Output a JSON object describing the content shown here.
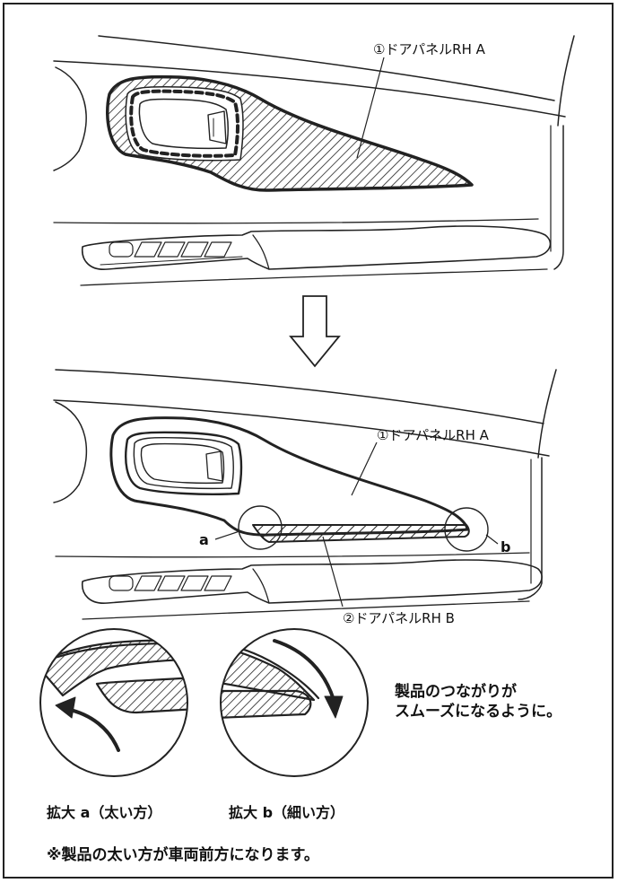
{
  "labels": {
    "panel_a_top": "①ドアパネルRH A",
    "panel_a_mid": "①ドアパネルRH A",
    "panel_b": "②ドアパネルRH B",
    "point_a": "a",
    "point_b": "b"
  },
  "detail": {
    "caption_a": "拡大 a（太い方）",
    "caption_b": "拡大 b（細い方）",
    "side_note_line1": "製品のつながりが",
    "side_note_line2": "スムーズになるように。"
  },
  "footer_note": "※製品の太い方が車両前方になります。",
  "colors": {
    "line": "#222222",
    "background": "#ffffff"
  }
}
